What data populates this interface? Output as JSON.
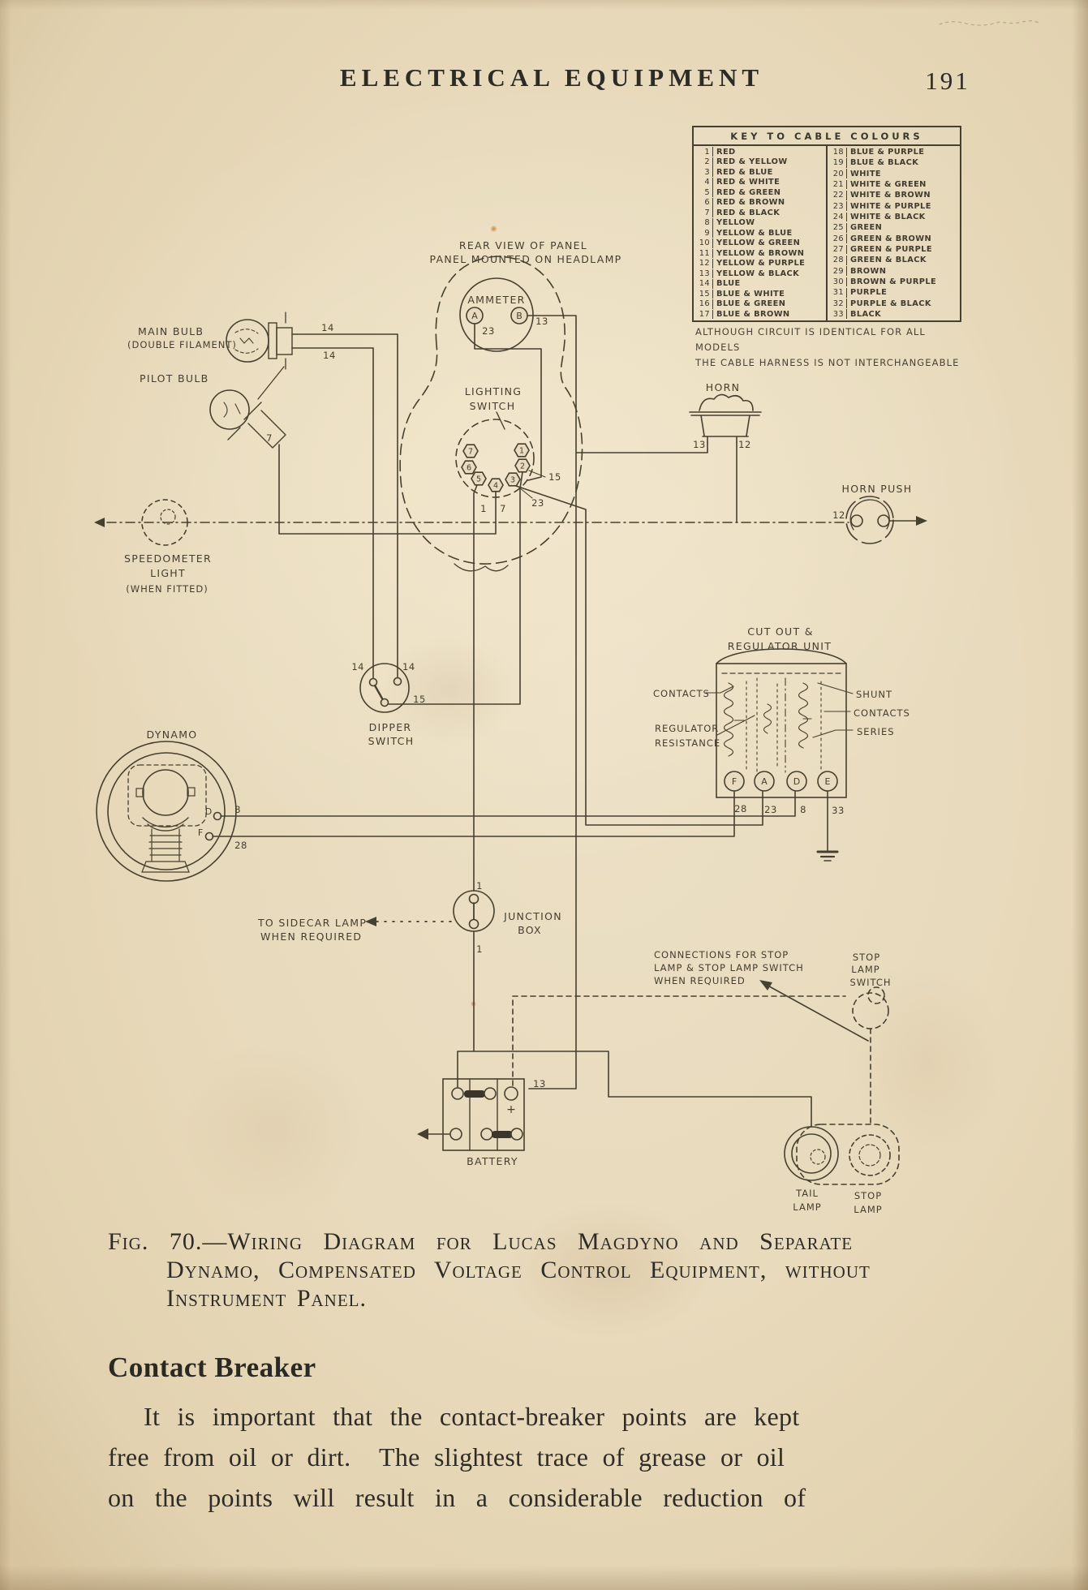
{
  "page": {
    "header": "ELECTRICAL EQUIPMENT",
    "page_number": "191"
  },
  "key_table": {
    "title": "KEY TO CABLE COLOURS",
    "left": [
      {
        "n": "1",
        "c": "RED"
      },
      {
        "n": "2",
        "c": "RED & YELLOW"
      },
      {
        "n": "3",
        "c": "RED & BLUE"
      },
      {
        "n": "4",
        "c": "RED & WHITE"
      },
      {
        "n": "5",
        "c": "RED & GREEN"
      },
      {
        "n": "6",
        "c": "RED & BROWN"
      },
      {
        "n": "7",
        "c": "RED & BLACK"
      },
      {
        "n": "8",
        "c": "YELLOW"
      },
      {
        "n": "9",
        "c": "YELLOW & BLUE"
      },
      {
        "n": "10",
        "c": "YELLOW & GREEN"
      },
      {
        "n": "11",
        "c": "YELLOW & BROWN"
      },
      {
        "n": "12",
        "c": "YELLOW & PURPLE"
      },
      {
        "n": "13",
        "c": "YELLOW & BLACK"
      },
      {
        "n": "14",
        "c": "BLUE"
      },
      {
        "n": "15",
        "c": "BLUE & WHITE"
      },
      {
        "n": "16",
        "c": "BLUE & GREEN"
      },
      {
        "n": "17",
        "c": "BLUE & BROWN"
      }
    ],
    "right": [
      {
        "n": "18",
        "c": "BLUE & PURPLE"
      },
      {
        "n": "19",
        "c": "BLUE & BLACK"
      },
      {
        "n": "20",
        "c": "WHITE"
      },
      {
        "n": "21",
        "c": "WHITE & GREEN"
      },
      {
        "n": "22",
        "c": "WHITE & BROWN"
      },
      {
        "n": "23",
        "c": "WHITE & PURPLE"
      },
      {
        "n": "24",
        "c": "WHITE & BLACK"
      },
      {
        "n": "25",
        "c": "GREEN"
      },
      {
        "n": "26",
        "c": "GREEN & BROWN"
      },
      {
        "n": "27",
        "c": "GREEN & PURPLE"
      },
      {
        "n": "28",
        "c": "GREEN & BLACK"
      },
      {
        "n": "29",
        "c": "BROWN"
      },
      {
        "n": "30",
        "c": "BROWN & PURPLE"
      },
      {
        "n": "31",
        "c": "PURPLE"
      },
      {
        "n": "32",
        "c": "PURPLE & BLACK"
      },
      {
        "n": "33",
        "c": "BLACK"
      }
    ],
    "note_line1": "ALTHOUGH CIRCUIT IS IDENTICAL FOR ALL MODELS",
    "note_line2": "THE CABLE HARNESS IS NOT INTERCHANGEABLE"
  },
  "diagram": {
    "labels": {
      "rear_view_line1": "REAR VIEW OF PANEL",
      "rear_view_line2": "PANEL MOUNTED ON HEADLAMP",
      "ammeter": "AMMETER",
      "ammeter_term_a": "A",
      "ammeter_term_b": "B",
      "lighting_line1": "LIGHTING",
      "lighting_line2": "SWITCH",
      "main_bulb_line1": "MAIN BULB",
      "main_bulb_line2": "(DOUBLE FILAMENT)",
      "pilot_bulb": "PILOT BULB",
      "speedo_line1": "SPEEDOMETER",
      "speedo_line2": "LIGHT",
      "speedo_line3": "(WHEN FITTED)",
      "horn": "HORN",
      "horn_push": "HORN PUSH",
      "dipper_line1": "DIPPER",
      "dipper_line2": "SWITCH",
      "dynamo": "DYNAMO",
      "dynamo_term_d": "D",
      "dynamo_term_f": "F",
      "cutout_line1": "CUT OUT &",
      "cutout_line2": "REGULATOR UNIT",
      "contacts_left": "CONTACTS",
      "regulator_res_line1": "REGULATOR",
      "regulator_res_line2": "RESISTANCE",
      "shunt": "SHUNT",
      "contacts_right": "CONTACTS",
      "series": "SERIES",
      "reg_term_f": "F",
      "reg_term_a": "A",
      "reg_term_d": "D",
      "reg_term_e": "E",
      "sidecar_line1": "TO SIDECAR LAMP",
      "sidecar_line2": "WHEN REQUIRED",
      "junction_line1": "JUNCTION",
      "junction_line2": "BOX",
      "connections_line1": "CONNECTIONS FOR STOP",
      "connections_line2": "LAMP & STOP LAMP SWITCH",
      "connections_line3": "WHEN REQUIRED",
      "stop_switch_line1": "STOP",
      "stop_switch_line2": "LAMP",
      "stop_switch_line3": "SWITCH",
      "battery": "BATTERY",
      "battery_plus": "+",
      "tail_line1": "TAIL",
      "tail_line2": "LAMP",
      "stop_line1": "STOP",
      "stop_line2": "LAMP"
    },
    "switch_terminals": [
      "7",
      "6",
      "5",
      "4",
      "3",
      "2",
      "1"
    ],
    "wire_numbers": {
      "n14_top": "14",
      "n14_bottom": "14",
      "n7_pilot": "7",
      "n23_ammeter": "23",
      "n13_ammeter": "13",
      "n15_switch": "15",
      "n23_switch": "23",
      "n1_switch": "1",
      "n7_switch": "7",
      "n13_horn": "13",
      "n12_horn": "12",
      "n12_horn_push": "12",
      "n14_dipper_left": "14",
      "n14_dipper_right": "14",
      "n15_dipper": "15",
      "n8_dynamo": "8",
      "n28_dynamo": "28",
      "n28_reg": "28",
      "n23_reg": "23",
      "n8_reg": "8",
      "n33_reg": "33",
      "n1_junction_top": "1",
      "n1_junction_bottom": "1",
      "n13_battery": "13"
    }
  },
  "caption": {
    "line1": "Fig. 70.—Wiring Diagram for Lucas Magdyno and Separate",
    "line2": "Dynamo, Compensated Voltage Control Equipment, without",
    "line3": "Instrument Panel."
  },
  "section": {
    "heading": "Contact Breaker",
    "para_line1": "It is important that the contact-breaker points are kept",
    "para_line2": "free from oil or dirt.  The slightest trace of grease or oil",
    "para_line3": "on the points will result in a considerable reduction of"
  },
  "colors": {
    "paper": "#e8dabc",
    "print_ink": "#2d2b26",
    "drawing_ink": "#46402f"
  }
}
